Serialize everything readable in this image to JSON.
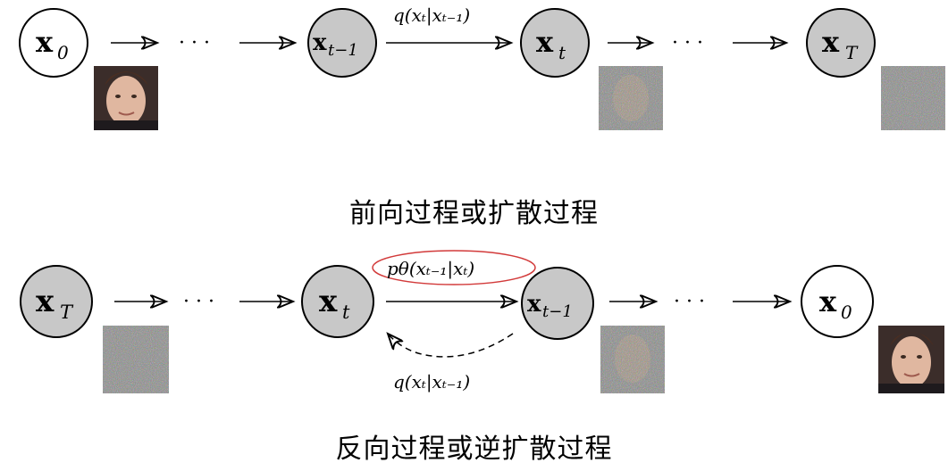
{
  "forward": {
    "nodes": [
      {
        "main": "x",
        "sub": "0",
        "fill": "#ffffff"
      },
      {
        "main": "x",
        "sub": "t−1",
        "fill": "#c8c8c8"
      },
      {
        "main": "x",
        "sub": "t",
        "fill": "#c8c8c8"
      },
      {
        "main": "x",
        "sub": "T",
        "fill": "#c8c8c8"
      }
    ],
    "dots_1": "· · ·",
    "dots_2": "· · ·",
    "edge_label": "q(xₜ|xₜ₋₁)",
    "caption": "前向过程或扩散过程"
  },
  "reverse": {
    "nodes": [
      {
        "main": "x",
        "sub": "T",
        "fill": "#c8c8c8"
      },
      {
        "main": "x",
        "sub": "t",
        "fill": "#c8c8c8"
      },
      {
        "main": "x",
        "sub": "t−1",
        "fill": "#c8c8c8"
      },
      {
        "main": "x",
        "sub": "0",
        "fill": "#ffffff"
      }
    ],
    "dots_1": "· · ·",
    "dots_2": "· · ·",
    "edge_label": "pθ(xₜ₋₁|xₜ)",
    "back_edge_label": "q(xₜ|xₜ₋₁)",
    "caption": "反向过程或逆扩散过程"
  },
  "colors": {
    "highlight_ellipse": "#d23a3a",
    "node_gray": "#c8c8c8",
    "noise_base": "#8a8a8a"
  }
}
